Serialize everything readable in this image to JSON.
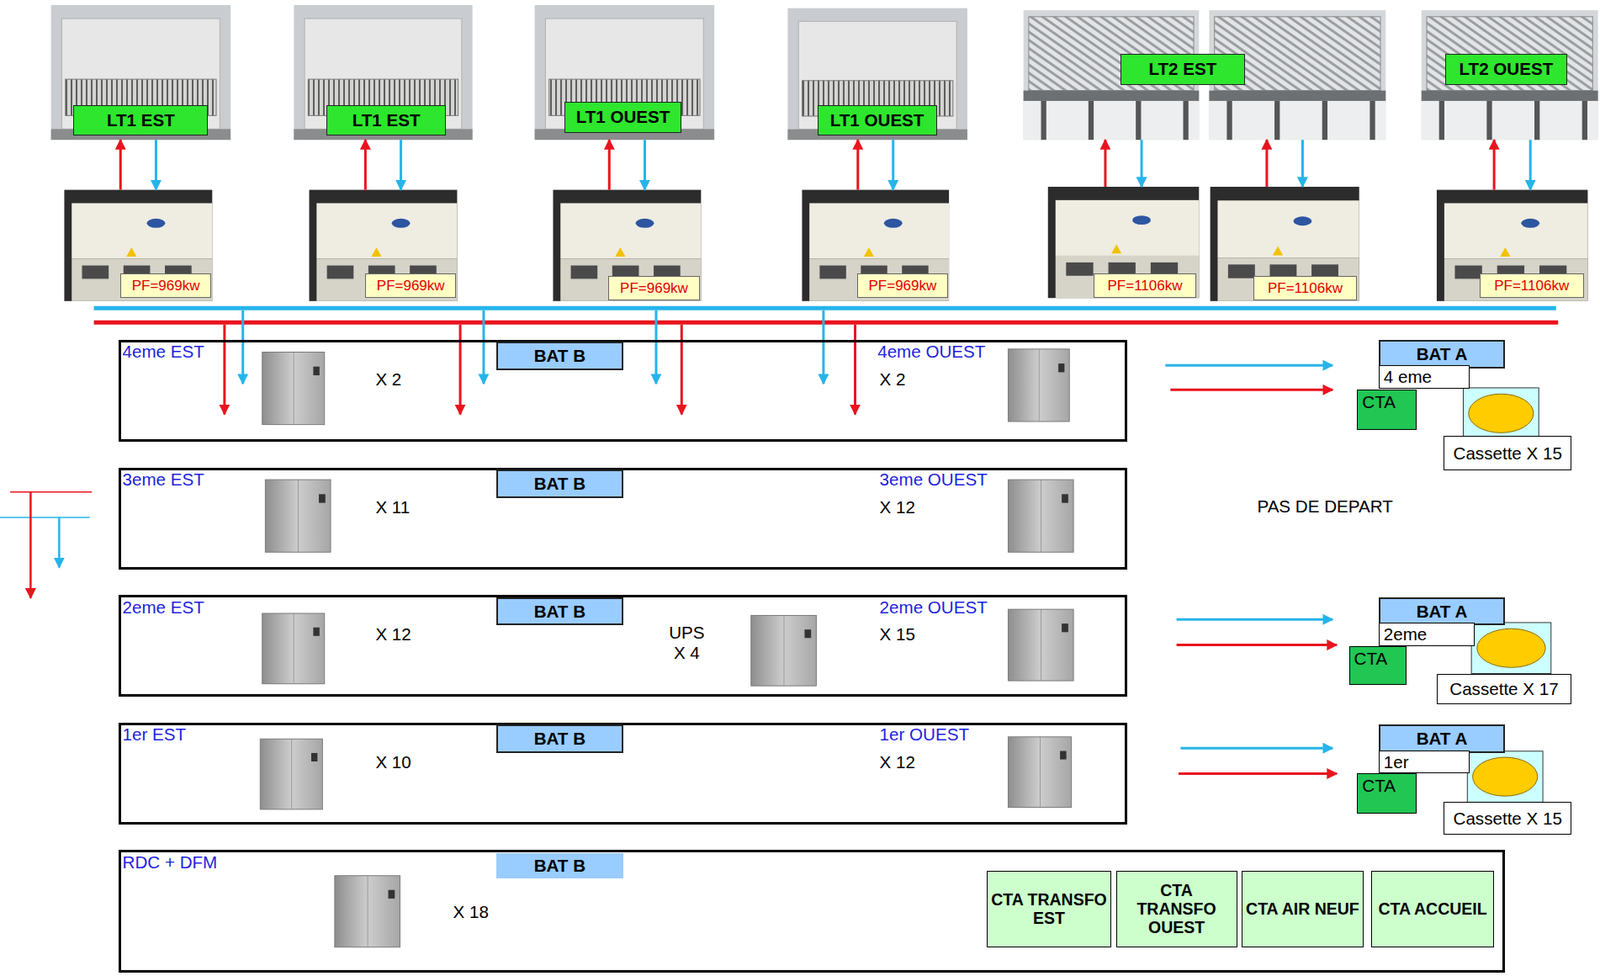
{
  "diagram": {
    "nodes": [
      {
        "text": [
          "LT1 EST"
        ]
      },
      {
        "text": [
          "LT1 EST"
        ]
      },
      {
        "text": [
          "LT1 OUEST"
        ]
      },
      {
        "text": [
          "LT1 OUEST"
        ]
      },
      {
        "text": [
          "LT2 EST"
        ]
      },
      {
        "text": [
          "LT2 OUEST"
        ]
      },
      {
        "text": [
          "PF=969kw"
        ]
      },
      {
        "text": [
          "PF=969kw"
        ]
      },
      {
        "text": [
          "PF=969kw"
        ]
      },
      {
        "text": [
          "PF=969kw"
        ]
      },
      {
        "text": [
          "PF=1106kw"
        ]
      },
      {
        "text": [
          "PF=1106kw"
        ]
      },
      {
        "text": [
          "PF=1106kw"
        ]
      },
      {
        "text": [
          "4eme EST",
          "X 2",
          "4eme OUEST",
          "X 2"
        ]
      },
      {
        "text": [
          "BAT B"
        ],
        "in": 13
      },
      {
        "text": [
          "BAT A"
        ]
      },
      {
        "text": [
          "4 eme"
        ]
      },
      {
        "text": [
          "CTA"
        ]
      },
      {
        "text": [
          "Cassette X 15"
        ]
      },
      {
        "text": [
          "3eme EST",
          "X 11",
          "3eme OUEST",
          "X 12"
        ]
      },
      {
        "text": [
          "BAT B"
        ],
        "in": 19
      },
      {
        "text": [
          "2eme EST",
          "X 12",
          "UPS X 4",
          "2eme OUEST",
          "X 15"
        ]
      },
      {
        "text": [
          "BAT B"
        ],
        "in": 21
      },
      {
        "text": [
          "BAT A"
        ]
      },
      {
        "text": [
          "2eme"
        ]
      },
      {
        "text": [
          "CTA"
        ]
      },
      {
        "text": [
          "Cassette X 17"
        ]
      },
      {
        "text": [
          "1er EST",
          "X 10",
          "1er OUEST",
          "X 12"
        ]
      },
      {
        "text": [
          "BAT B"
        ],
        "in": 27
      },
      {
        "text": [
          "BAT A"
        ]
      },
      {
        "text": [
          "1er"
        ]
      },
      {
        "text": [
          "CTA"
        ]
      },
      {
        "text": [
          "Cassette X 15"
        ]
      },
      {
        "text": [
          "RDC + DFM",
          "X 18"
        ]
      },
      {
        "text": [
          "BAT B"
        ],
        "in": 33
      },
      {
        "text": [
          "CTA TRANSFO EST"
        ],
        "in": 33
      },
      {
        "text": [
          "CTA TRANSFO OUEST"
        ],
        "in": 33
      },
      {
        "text": [
          "CTA AIR NEUF"
        ],
        "in": 33
      },
      {
        "text": [
          "CTA ACCUEIL"
        ],
        "in": 33
      }
    ],
    "edges": [
      {
        "from": 6,
        "to": 0,
        "arrow": "to"
      },
      {
        "from": 0,
        "to": 6,
        "arrow": "to"
      },
      {
        "from": 7,
        "to": 1,
        "arrow": "to"
      },
      {
        "from": 1,
        "to": 7,
        "arrow": "to"
      },
      {
        "from": 8,
        "to": 2,
        "arrow": "to"
      },
      {
        "from": 2,
        "to": 8,
        "arrow": "to"
      },
      {
        "from": 9,
        "to": 3,
        "arrow": "to"
      },
      {
        "from": 3,
        "to": 9,
        "arrow": "to"
      },
      {
        "from": 10,
        "to": 4,
        "arrow": "to"
      },
      {
        "from": 4,
        "to": 10,
        "arrow": "to"
      },
      {
        "from": 11,
        "to": 4,
        "arrow": "to"
      },
      {
        "from": 4,
        "to": 11,
        "arrow": "to"
      },
      {
        "from": 12,
        "to": 5,
        "arrow": "to"
      },
      {
        "from": 5,
        "to": 12,
        "arrow": "to"
      }
    ],
    "labels": [
      "PAS DE DEPART"
    ]
  }
}
